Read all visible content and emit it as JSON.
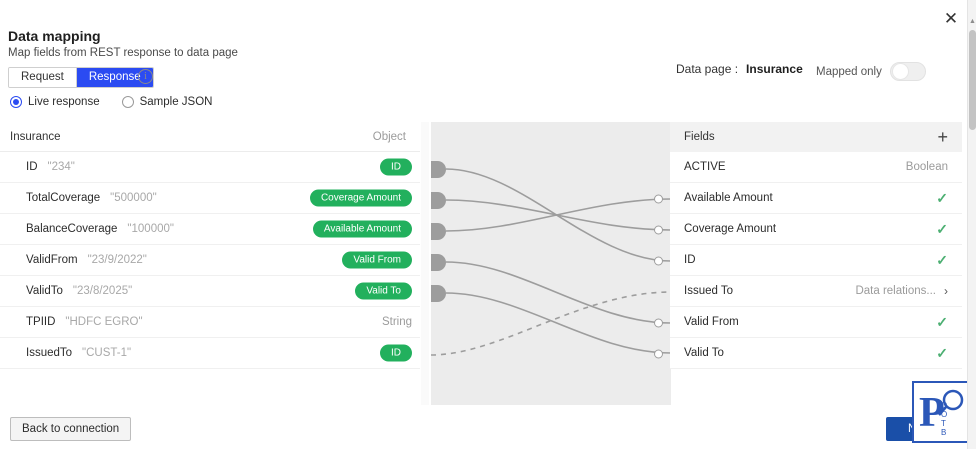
{
  "header": {
    "title": "Data mapping",
    "subtitle": "Map fields from REST response to data page",
    "close_icon": "close-icon"
  },
  "tabs": {
    "request_label": "Request",
    "response_label": "Response",
    "active": "Response",
    "info_icon": "i"
  },
  "source_mode": {
    "live_label": "Live response",
    "sample_label": "Sample JSON",
    "selected": "Live response"
  },
  "data_page": {
    "label": "Data page :",
    "value": "Insurance",
    "mapped_only_label": "Mapped only",
    "mapped_only_on": false
  },
  "left_panel": {
    "header_name": "Insurance",
    "header_type": "Object",
    "rows": [
      {
        "key": "ID",
        "value": "\"234\"",
        "badge": "ID",
        "badge_kind": "pill"
      },
      {
        "key": "TotalCoverage",
        "value": "\"500000\"",
        "badge": "Coverage Amount",
        "badge_kind": "pill"
      },
      {
        "key": "BalanceCoverage",
        "value": "\"100000\"",
        "badge": "Available Amount",
        "badge_kind": "pill"
      },
      {
        "key": "ValidFrom",
        "value": "\"23/9/2022\"",
        "badge": "Valid From",
        "badge_kind": "pill"
      },
      {
        "key": "ValidTo",
        "value": "\"23/8/2025\"",
        "badge": "Valid To",
        "badge_kind": "pill"
      },
      {
        "key": "TPIID",
        "value": "\"HDFC EGRO\"",
        "badge": "String",
        "badge_kind": "text"
      },
      {
        "key": "IssuedTo",
        "value": "\"CUST-1\"",
        "badge": "ID",
        "badge_kind": "pill"
      }
    ]
  },
  "right_panel": {
    "header_label": "Fields",
    "add_icon": "plus-icon",
    "rows": [
      {
        "name": "ACTIVE",
        "value": "Boolean",
        "kind": "text",
        "connected": false
      },
      {
        "name": "Available Amount",
        "value": "",
        "kind": "check",
        "connected": true
      },
      {
        "name": "Coverage Amount",
        "value": "",
        "kind": "check",
        "connected": true
      },
      {
        "name": "ID",
        "value": "",
        "kind": "check",
        "connected": true
      },
      {
        "name": "Issued To",
        "value": "Data relations...",
        "kind": "link",
        "connected": false
      },
      {
        "name": "Valid From",
        "value": "",
        "kind": "check",
        "connected": true
      },
      {
        "name": "Valid To",
        "value": "",
        "kind": "check",
        "connected": true
      }
    ]
  },
  "footer": {
    "back_label": "Back to connection",
    "next_label": "Next"
  },
  "colors": {
    "accent_blue": "#2b4bf2",
    "pill_green": "#22b05d",
    "check_green": "#4caf72",
    "next_blue": "#1a4fa8",
    "canvas_gray": "#ececec"
  }
}
